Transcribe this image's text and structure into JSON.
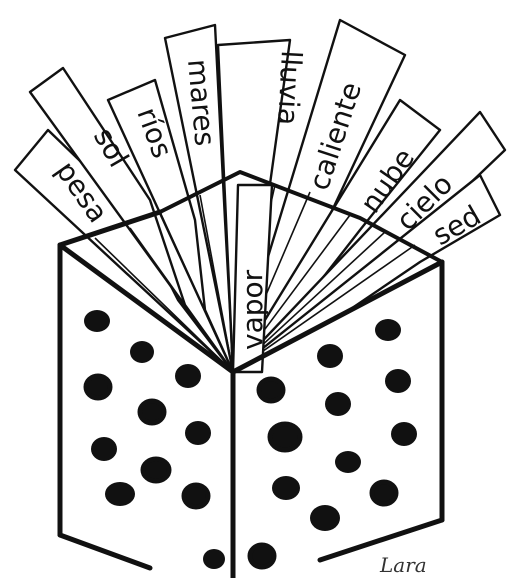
{
  "words": [
    "pesa",
    "sol",
    "ríos",
    "mares",
    "lluvia",
    "caliente",
    "nube",
    "cielo",
    "sed",
    "vapor"
  ],
  "signature": "Lara",
  "colors": {
    "ink": "#111111",
    "paper": "#ffffff"
  }
}
